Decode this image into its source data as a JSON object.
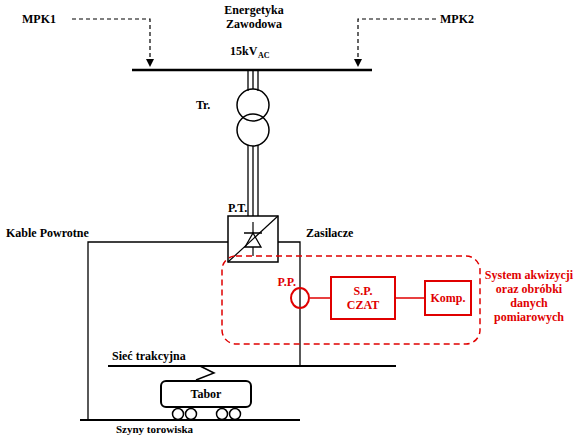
{
  "diagram": {
    "nodes": [
      {
        "text": [
          "P.P."
        ]
      },
      {
        "text": [
          "S.P. CZAT"
        ]
      },
      {
        "text": [
          "Komp."
        ]
      },
      {
        "text": [
          "Tabor"
        ]
      }
    ],
    "edges": [
      {
        "from": 0,
        "to": 1,
        "arrow": "none"
      },
      {
        "from": 1,
        "to": 2,
        "arrow": "none"
      }
    ],
    "labels": [
      "MPK1",
      "MPK2",
      "Energetyka Zawodowa",
      "15kV",
      "AC",
      "Tr.",
      "P.T.",
      "Kable Powrotne",
      "Zasilacze",
      "System akwizycji oraz obróbki danych pomiarowych",
      "Sieć trakcyjna",
      "Szyny torowiska"
    ]
  }
}
